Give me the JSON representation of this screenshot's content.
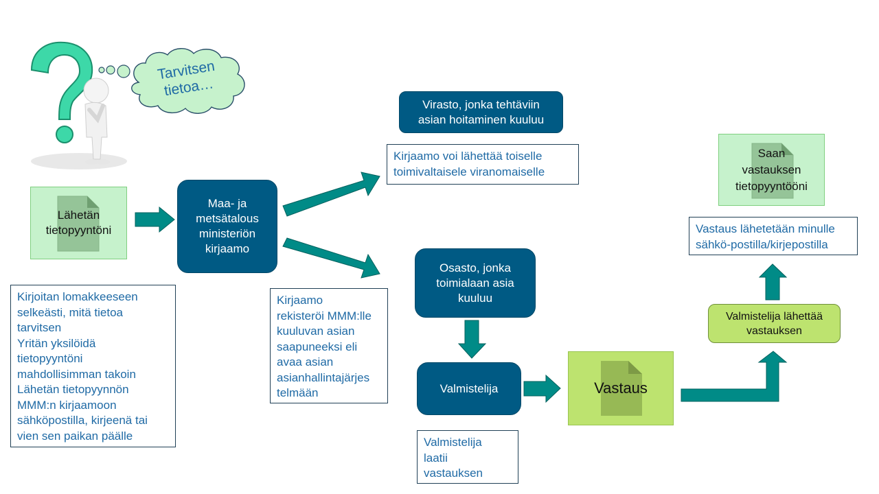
{
  "thought_bubble": {
    "text": "Tarvitsen\ntietoa…"
  },
  "figure": {
    "icon": "thinking-person-with-question-mark"
  },
  "send_request": {
    "label": "Lähetän\ntietopyyntöni"
  },
  "step1_note": {
    "text": "Kirjoitan lomakkeeseen\nselkeästi, mitä tietoa\ntarvitsen\nYritän yksilöidä\ntietopyyntöni\nmahdollisimman takoin\nLähetän tietopyynnön\nMMM:n kirjaamoon\nsähköpostilla, kirjeenä tai\nvien sen paikan päälle"
  },
  "ministry_registry": {
    "label": "Maa- ja\nmetsätalous\nministeriön\nkirjaamo"
  },
  "registry_note": {
    "text": "Kirjaamo\nrekisteröi MMM:lle\nkuuluvan  asian\nsaapuneeksi eli\navaa asian\nasianhallintajärjes\ntelmään"
  },
  "agency": {
    "label": "Virasto, jonka tehtäviin\nasian hoitaminen kuuluu"
  },
  "agency_note": {
    "text": "Kirjaamo voi lähettää toiselle\ntoimivaltaisele viranomaiselle"
  },
  "department": {
    "label": "Osasto, jonka\ntoimialaan asia\nkuuluu"
  },
  "preparer": {
    "label": "Valmistelija"
  },
  "preparer_note": {
    "text": "Valmistelija\nlaatii\nvastauksen"
  },
  "answer_doc": {
    "label": "Vastaus"
  },
  "preparer_sends": {
    "label": "Valmistelija lähettää\nvastauksen"
  },
  "delivery_note": {
    "text": "Vastaus lähetetään minulle\nsähkö-postilla/kirjepostilla"
  },
  "receive_answer": {
    "label": "Saan\nvastauksen\ntietopyyntööni"
  },
  "colors": {
    "dark_blue": "#005a84",
    "teal_arrow": "#008b87",
    "light_green": "#c6f2cc",
    "lime": "#bde36f",
    "text_blue": "#1f6aa5"
  }
}
